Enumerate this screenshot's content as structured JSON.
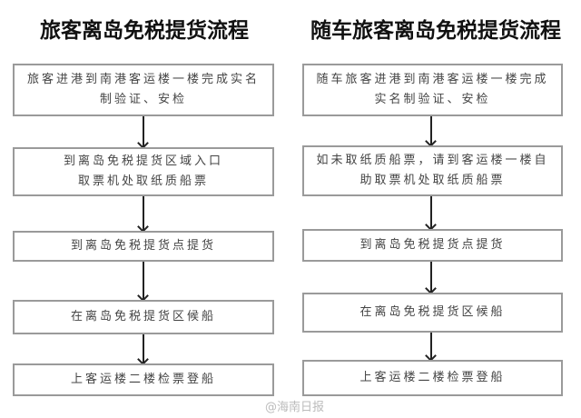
{
  "left": {
    "title": "旅客离岛免税提货流程",
    "steps": [
      "旅客进港到南港客运楼一楼完成实名制验证、安检",
      "到离岛免税提货区域入口\n取票机处取纸质船票",
      "到离岛免税提货点提货",
      "在离岛免税提货区候船",
      "上客运楼二楼检票登船"
    ]
  },
  "right": {
    "title": "随车旅客离岛免税提货流程",
    "steps": [
      "随车旅客进港到南港客运楼一楼完成实名制验证、安检",
      "如未取纸质船票，请到客运楼一楼自助取票机处取纸质船票",
      "到离岛免税提货点提货",
      "在离岛免税提货区候船",
      "上客运楼二楼检票登船"
    ]
  },
  "watermark": "@海南日报"
}
